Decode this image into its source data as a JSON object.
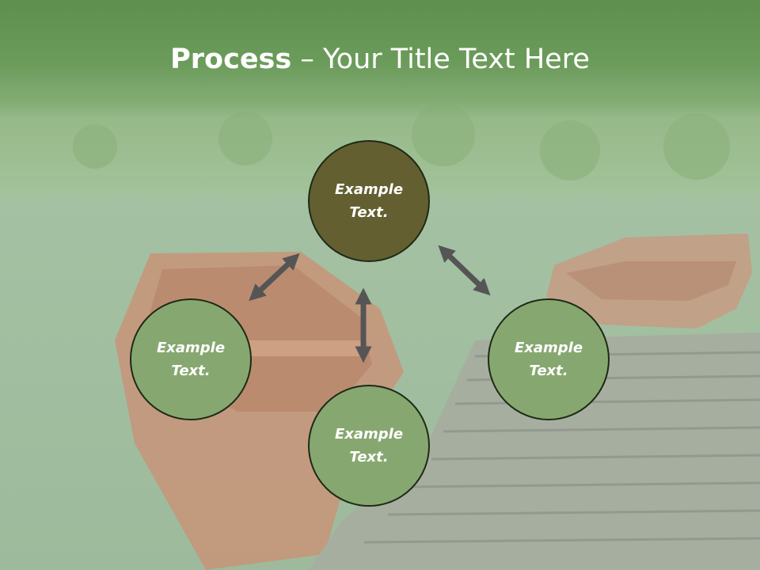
{
  "slide": {
    "title_bold": "Process",
    "title_rest": " – Your Title Text Here",
    "background": "photo of wooden rowing boats tied at a wooden pier on a green lake",
    "colors": {
      "title_band": "#6c9c5b",
      "center_node": "#635f30",
      "outer_node": "#86a870",
      "node_border": "#1f2a17",
      "arrow": "#555555"
    }
  },
  "nodes": [
    {
      "id": "top",
      "text_line1": "Example",
      "text_line2": "Text."
    },
    {
      "id": "left",
      "text_line1": "Example",
      "text_line2": "Text."
    },
    {
      "id": "right",
      "text_line1": "Example",
      "text_line2": "Text."
    },
    {
      "id": "bottom",
      "text_line1": "Example",
      "text_line2": "Text."
    }
  ],
  "connectors": [
    {
      "from": "top",
      "to": "left",
      "style": "double-arrow"
    },
    {
      "from": "top",
      "to": "right",
      "style": "double-arrow"
    },
    {
      "from": "top",
      "to": "bottom",
      "style": "double-arrow"
    }
  ]
}
